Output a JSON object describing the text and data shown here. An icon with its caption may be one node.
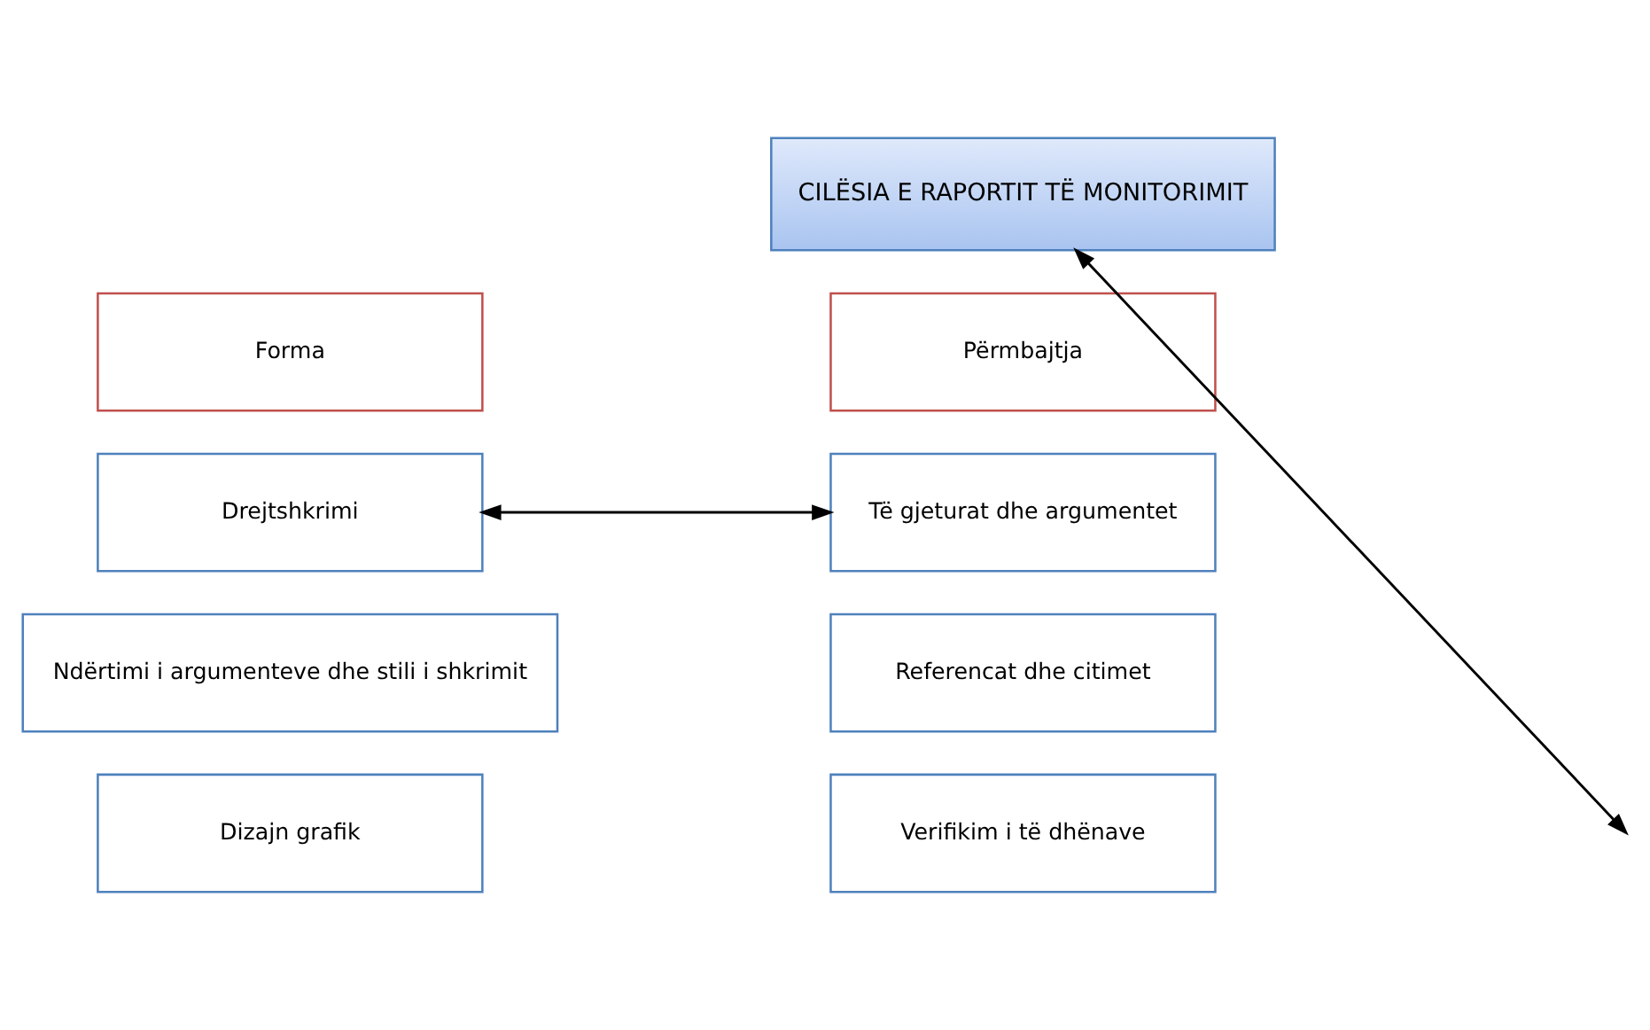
{
  "diagram": {
    "nodes": [
      {
        "text": [
          "CILËSIA E RAPORTIT TË MONITORIMIT"
        ]
      },
      {
        "text": [
          "Forma"
        ]
      },
      {
        "text": [
          "Përmbajtja"
        ]
      },
      {
        "text": [
          "Drejtshkrimi"
        ]
      },
      {
        "text": [
          "Të gjeturat dhe argumentet"
        ]
      },
      {
        "text": [
          "Ndërtimi i argumenteve dhe stili i shkrimit"
        ]
      },
      {
        "text": [
          "Referencat dhe citimet"
        ]
      },
      {
        "text": [
          "Dizajn grafik"
        ]
      },
      {
        "text": [
          "Verifikim i të dhënave"
        ]
      }
    ],
    "edges": [
      {
        "from": 3,
        "to": 4,
        "arrow": "both"
      },
      {
        "from": 0,
        "to": null,
        "arrow": "both"
      }
    ]
  }
}
